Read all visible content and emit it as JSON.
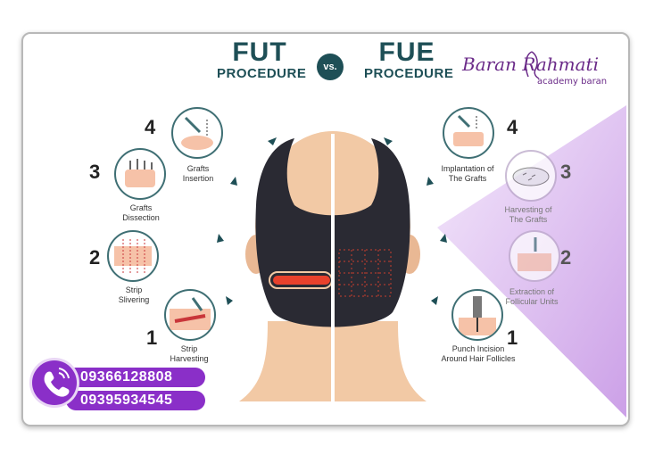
{
  "header": {
    "fut_title": "FUT",
    "fut_sub": "PROCEDURE",
    "vs": "vs.",
    "fue_title": "FUE",
    "fue_sub": "PROCEDURE"
  },
  "logo": {
    "name": "Baran Rahmati",
    "sub": "academy baran"
  },
  "fut_steps": [
    {
      "num": "4",
      "label": "Grafts\nInsertion"
    },
    {
      "num": "3",
      "label": "Grafts\nDissection"
    },
    {
      "num": "2",
      "label": "Strip\nSlivering"
    },
    {
      "num": "1",
      "label": "Strip\nHarvesting"
    }
  ],
  "fue_steps": [
    {
      "num": "4",
      "label": "Implantation of\nThe Grafts"
    },
    {
      "num": "3",
      "label": "Harvesting of\nThe Grafts"
    },
    {
      "num": "2",
      "label": "Extraction of\nFollicular Units"
    },
    {
      "num": "1",
      "label": "Punch Incision\nAround Hair Follicles"
    }
  ],
  "contact": {
    "phone1": "09366128808",
    "phone2": "09395934545"
  },
  "colors": {
    "teal": "#1e4f56",
    "purple": "#8a2fc8",
    "skin": "#f2c9a5",
    "hair": "#2a2a33",
    "strip": "#e8412c"
  },
  "icons": [
    "phone-icon",
    "head-illustration",
    "arrow-icon"
  ]
}
